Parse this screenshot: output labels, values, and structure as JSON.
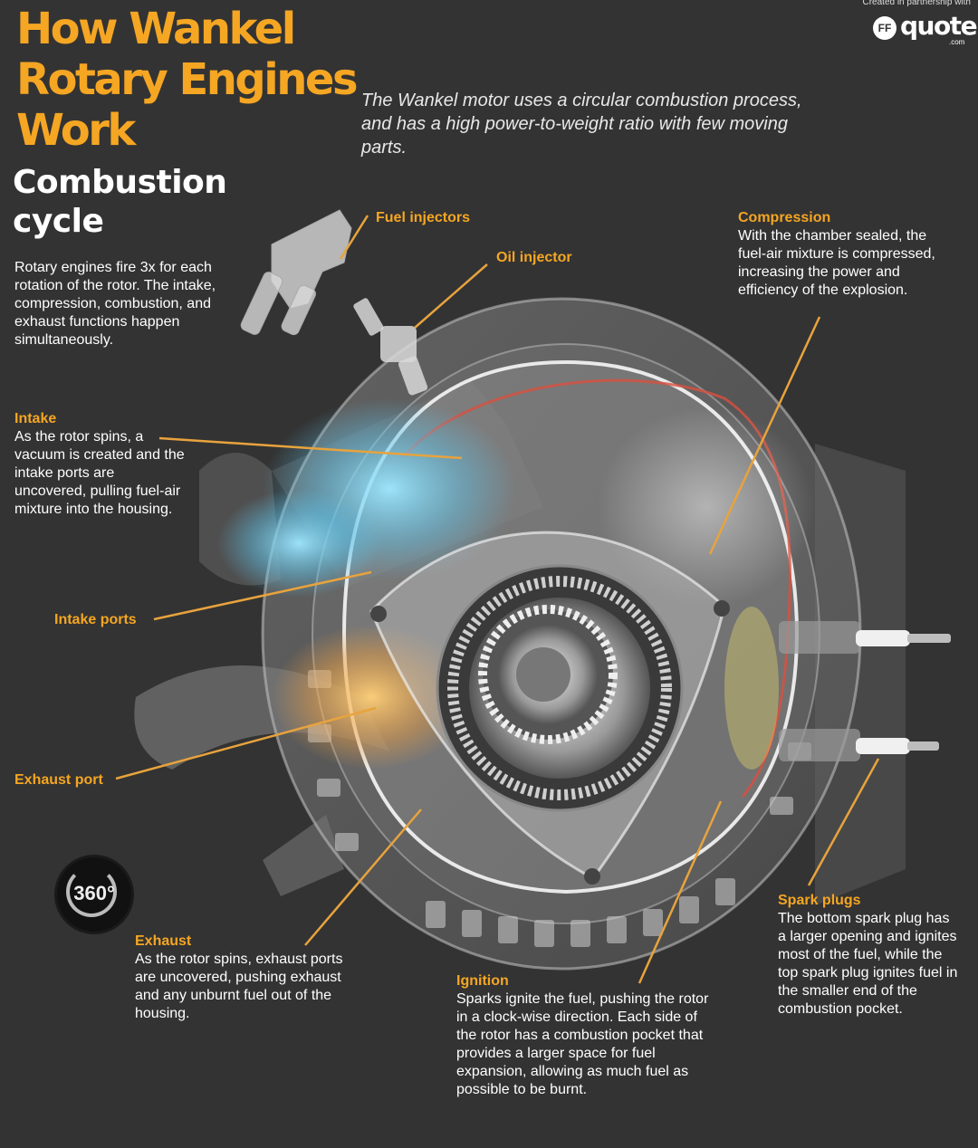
{
  "header": {
    "title": "How Wankel Rotary Engines Work",
    "subtitle": "The Wankel motor uses a circular combustion process, and has a high power-to-weight ratio with few moving parts.",
    "partner_text": "Created in partnership with",
    "logo_word": "quote",
    "logo_mark": "FF",
    "logo_suffix": ".com"
  },
  "section": {
    "title": "Combustion cycle",
    "description": "Rotary engines fire 3x for each rotation of the rotor. The intake, compression, combustion, and exhaust functions happen simultaneously."
  },
  "callouts": {
    "fuel_injectors": {
      "label": "Fuel injectors"
    },
    "oil_injector": {
      "label": "Oil injector"
    },
    "compression": {
      "label": "Compression",
      "text": "With the chamber sealed, the fuel-air mixture is compressed, increasing the power and efficiency of the explosion."
    },
    "intake": {
      "label": "Intake",
      "text": "As the rotor spins, a vacuum is created and the intake ports are uncovered, pulling fuel-air mixture into the housing."
    },
    "intake_ports": {
      "label": "Intake ports"
    },
    "exhaust_port": {
      "label": "Exhaust port"
    },
    "exhaust": {
      "label": "Exhaust",
      "text": "As the rotor spins, exhaust ports are uncovered, pushing exhaust and any unburnt fuel out of the housing."
    },
    "ignition": {
      "label": "Ignition",
      "text": "Sparks ignite the fuel, pushing the rotor in a clock-wise direction. Each side of the rotor has a combustion pocket that provides a larger space for fuel expansion, allowing as much fuel as possible to be burnt."
    },
    "spark_plugs": {
      "label": "Spark plugs",
      "text": "The bottom spark plug has a larger opening and ignites most of the fuel, while the top spark plug ignites fuel in the smaller end of the combustion pocket."
    }
  },
  "badge": {
    "text": "360°",
    "icon": "rotate-360-icon"
  },
  "colors": {
    "background": "#333333",
    "accent": "#f5a623",
    "text": "#ffffff",
    "intake_glow": "#7fdcff",
    "exhaust_glow": "#ffb84d",
    "housing_line": "#e05040"
  }
}
